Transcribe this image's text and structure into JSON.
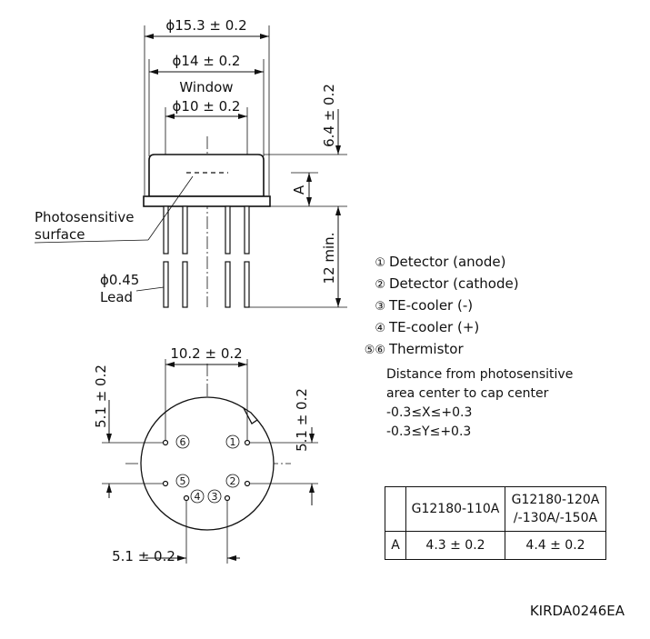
{
  "dimensions": {
    "outer_diameter": "ϕ15.3 ± 0.2",
    "cap_diameter": "ϕ14 ± 0.2",
    "window_label": "Window",
    "window_diameter": "ϕ10 ± 0.2",
    "height_total": "6.4 ± 0.2",
    "height_a": "A",
    "lead_length": "12 min.",
    "pitch_horizontal": "10.2 ± 0.2",
    "pitch_left_vertical": "5.1 ± 0.2",
    "pitch_right_vertical": "5.1 ± 0.2",
    "pitch_bottom": "5.1 ± 0.2"
  },
  "labels": {
    "photosensitive_line1": "Photosensitive",
    "photosensitive_line2": "surface",
    "lead_line1": "ϕ0.45",
    "lead_line2": "Lead"
  },
  "pin_numbers": [
    "1",
    "2",
    "3",
    "4",
    "5",
    "6"
  ],
  "legend": [
    {
      "num": "①",
      "text": "Detector (anode)"
    },
    {
      "num": "②",
      "text": "Detector (cathode)"
    },
    {
      "num": "③",
      "text": "TE-cooler (-)"
    },
    {
      "num": "④",
      "text": "TE-cooler (+)"
    },
    {
      "num": "⑤⑥",
      "text": "Thermistor"
    }
  ],
  "distance_note": {
    "line1": "Distance from photosensitive",
    "line2": "area center to cap center",
    "line3": "-0.3≤X≤+0.3",
    "line4": "-0.3≤Y≤+0.3"
  },
  "table": {
    "col1_header": "G12180-110A",
    "col2_header_line1": "G12180-120A",
    "col2_header_line2": "/-130A/-150A",
    "row_label": "A",
    "col1_value": "4.3 ± 0.2",
    "col2_value": "4.4 ± 0.2"
  },
  "drawing_code": "KIRDA0246EA"
}
